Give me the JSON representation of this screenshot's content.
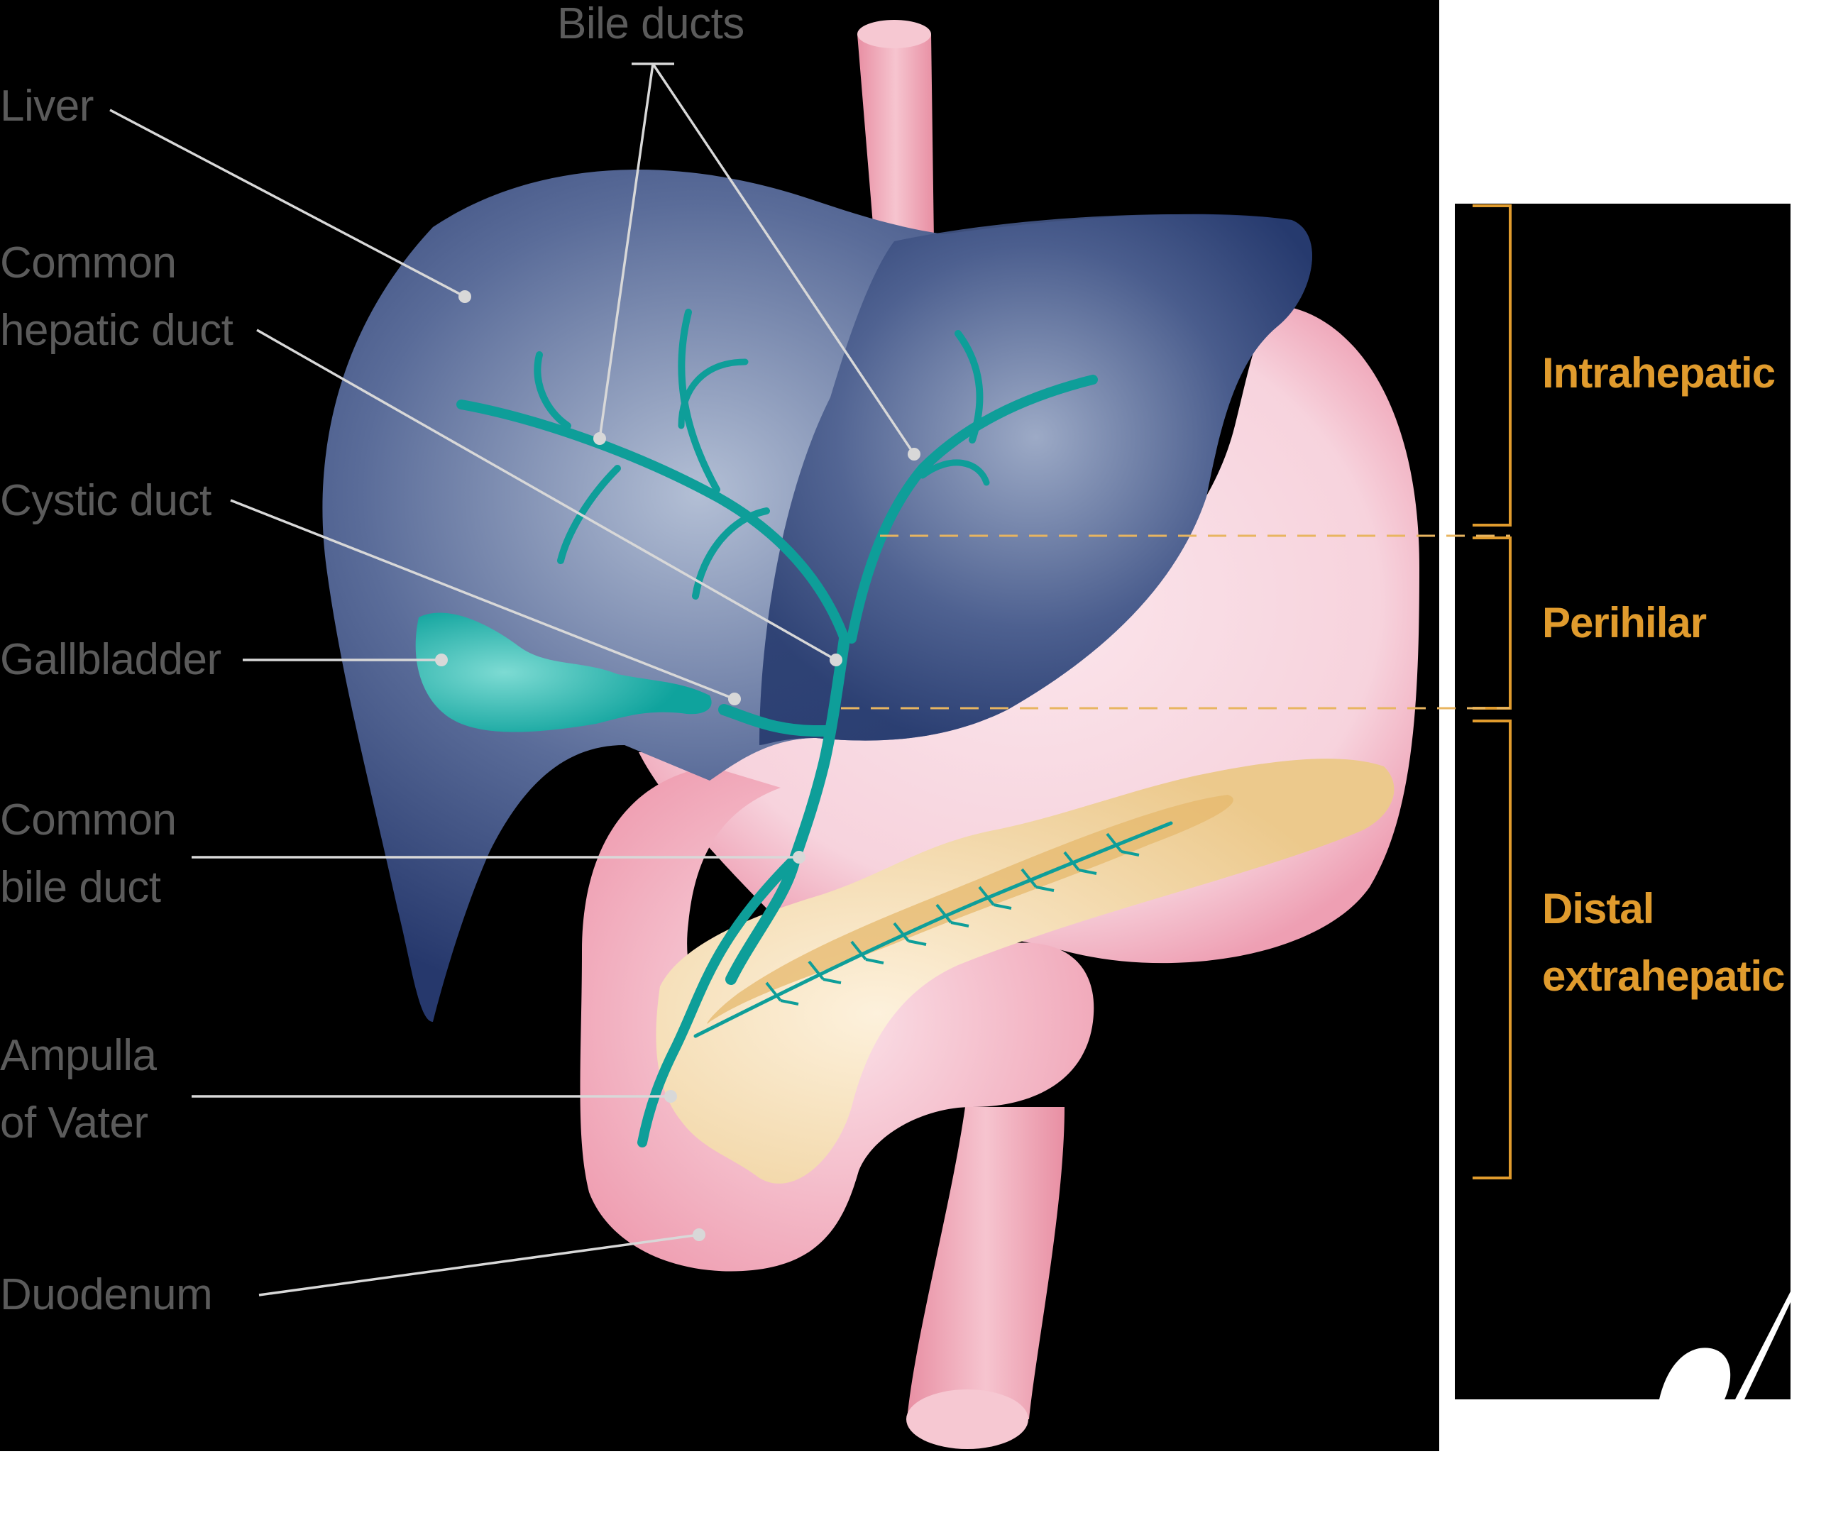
{
  "labels": {
    "bile_ducts": "Bile ducts",
    "liver": "Liver",
    "common_hepatic_duct": "Common\nhepatic duct",
    "cystic_duct": "Cystic duct",
    "gallbladder": "Gallbladder",
    "common_bile_duct": "Common\nbile duct",
    "ampulla_of_vater": "Ampulla\nof Vater",
    "duodenum": "Duodenum"
  },
  "regions": {
    "intrahepatic": "Intrahepatic",
    "perihilar": "Perihilar",
    "distal_extrahepatic": "Distal\nextrahepatic"
  },
  "colors": {
    "background": "#000000",
    "label_text": "#5b5b5b",
    "leader_line": "#d8d8d8",
    "region_accent": "#e09b2d",
    "liver": "#2c3f74",
    "liver_highlight": "#b3bfd5",
    "bile_duct": "#0e9e99",
    "stomach": "#f3b9c8",
    "pancreas": "#f1d4a0",
    "esophagus": "#eea4b4"
  }
}
